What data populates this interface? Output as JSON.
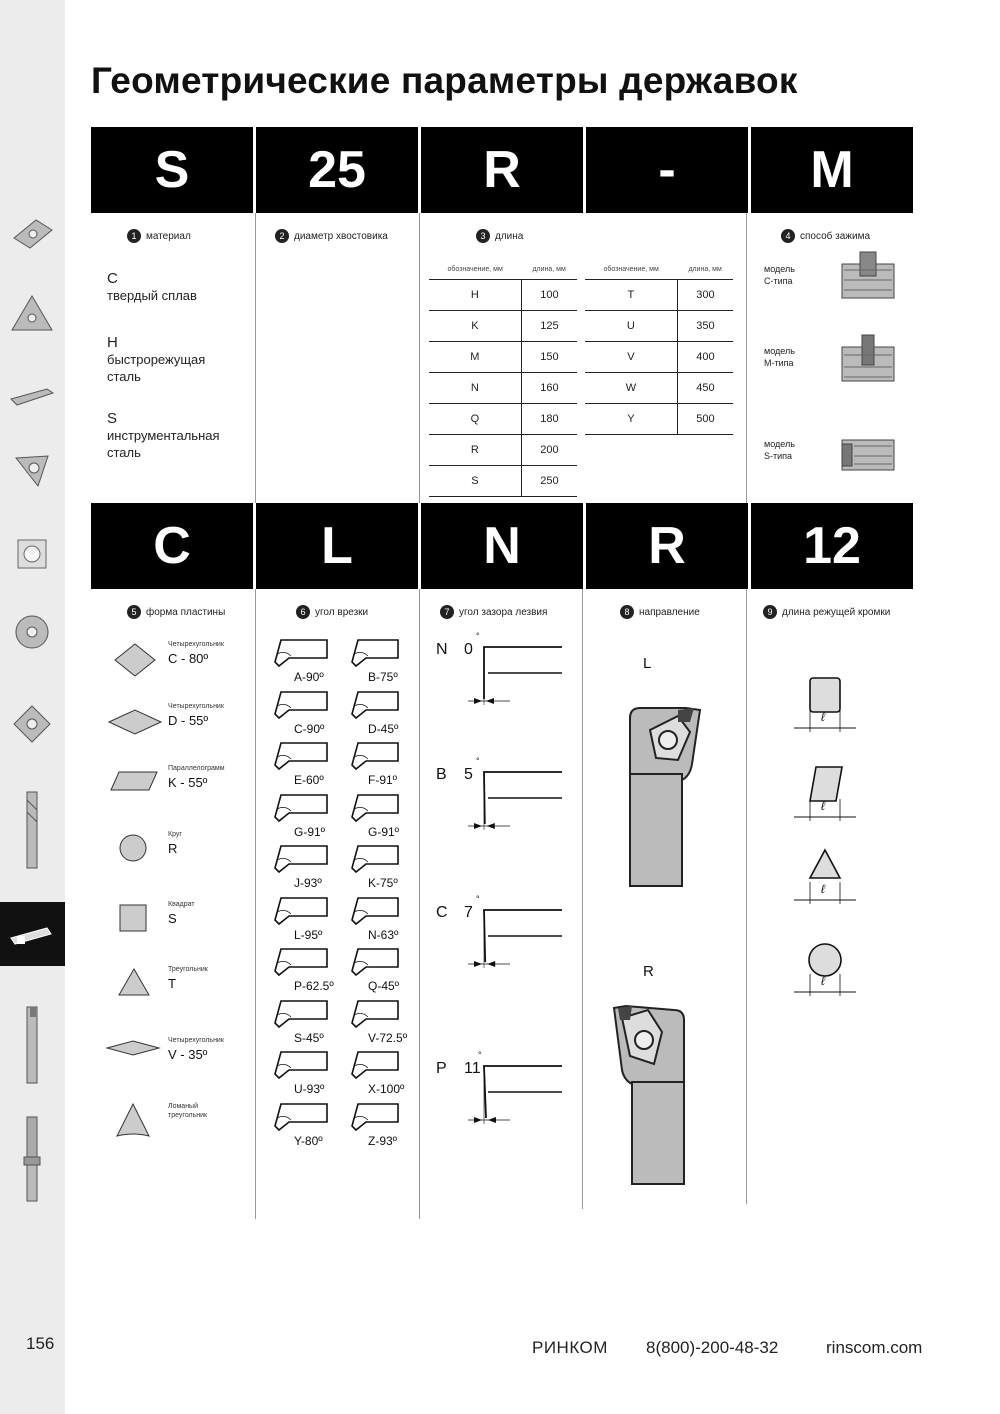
{
  "title": "Геометрические параметры державок",
  "page_number": "156",
  "band1": [
    "S",
    "25",
    "R",
    "-",
    "M"
  ],
  "band2": [
    "C",
    "L",
    "N",
    "R",
    "12"
  ],
  "sections": {
    "s1": {
      "num": "1",
      "label": "материал"
    },
    "s2": {
      "num": "2",
      "label": "диаметр хвостовика"
    },
    "s3": {
      "num": "3",
      "label": "длина"
    },
    "s4": {
      "num": "4",
      "label": "способ зажима"
    },
    "s5": {
      "num": "5",
      "label": "форма пластины"
    },
    "s6": {
      "num": "6",
      "label": "угол врезки"
    },
    "s7": {
      "num": "7",
      "label": "угол зазора лезвия"
    },
    "s8": {
      "num": "8",
      "label": "направление"
    },
    "s9": {
      "num": "9",
      "label": "длина режущей кромки"
    }
  },
  "materials": [
    {
      "code": "C",
      "desc1": "твердый сплав",
      "desc2": ""
    },
    {
      "code": "H",
      "desc1": "быстрорежущая",
      "desc2": "сталь"
    },
    {
      "code": "S",
      "desc1": "инструментальная",
      "desc2": "сталь"
    }
  ],
  "length_table_headers": {
    "code": "обозначение, мм",
    "length": "длина, мм"
  },
  "length_table_1": [
    [
      "H",
      "100"
    ],
    [
      "K",
      "125"
    ],
    [
      "M",
      "150"
    ],
    [
      "N",
      "160"
    ],
    [
      "Q",
      "180"
    ],
    [
      "R",
      "200"
    ],
    [
      "S",
      "250"
    ]
  ],
  "length_table_2": [
    [
      "T",
      "300"
    ],
    [
      "U",
      "350"
    ],
    [
      "V",
      "400"
    ],
    [
      "W",
      "450"
    ],
    [
      "Y",
      "500"
    ]
  ],
  "clamping": [
    {
      "l1": "модель",
      "l2": "C-типа"
    },
    {
      "l1": "модель",
      "l2": "M-типа"
    },
    {
      "l1": "модель",
      "l2": "S-типа"
    }
  ],
  "shapes": [
    {
      "name": "Четырехугольник",
      "code": "C - 80º"
    },
    {
      "name": "Четырехугольник",
      "code": "D - 55º"
    },
    {
      "name": "Параллелограмм",
      "code": "K - 55º"
    },
    {
      "name": "Круг",
      "code": "R"
    },
    {
      "name": "Квадрат",
      "code": "S"
    },
    {
      "name": "Треугольник",
      "code": "T"
    },
    {
      "name": "Четырехугольник",
      "code": "V - 35º"
    },
    {
      "name": "Ломаный треугольник",
      "code": ""
    }
  ],
  "angles": [
    "A-90º",
    "B-75º",
    "C-90º",
    "D-45º",
    "E-60º",
    "F-91º",
    "G-91º",
    "G-91º",
    "J-93º",
    "K-75º",
    "L-95º",
    "N-63º",
    "P-62.5º",
    "Q-45º",
    "S-45º",
    "V-72.5º",
    "U-93º",
    "X-100º",
    "Y-80º",
    "Z-93º"
  ],
  "clearance": [
    {
      "letter": "N",
      "deg": "0"
    },
    {
      "letter": "B",
      "deg": "5"
    },
    {
      "letter": "C",
      "deg": "7"
    },
    {
      "letter": "P",
      "deg": "11"
    }
  ],
  "degree_mark": "°",
  "directions": [
    "L",
    "R"
  ],
  "edge_length_symbol": "ℓ",
  "footer": {
    "brand": "РИНКОМ",
    "phone": "8(800)-200-48-32",
    "site": "rinscom.com"
  },
  "colors": {
    "band": "#000000",
    "sidebar": "#ececec",
    "text": "#111111"
  }
}
